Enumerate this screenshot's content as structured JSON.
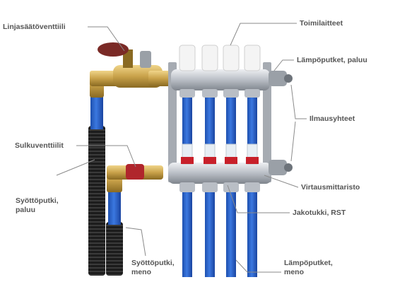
{
  "labels": {
    "balancing_valve": "Linjasäätöventtiili",
    "actuators": "Toimilaitteet",
    "heating_pipes_return": "Lämpöputket, paluu",
    "air_vents": "Ilmausyhteet",
    "shutoff_valves": "Sulkuventtiilit",
    "supply_pipe_return": "Syöttöputki,\npaluu",
    "flow_meters": "Virtausmittaristo",
    "manifold": "Jakotukki, RST",
    "supply_pipe_flow": "Syöttöputki,\nmeno",
    "heating_pipes_flow": "Lämpöputket,\nmeno"
  },
  "colors": {
    "pipe_blue": "#2a63c9",
    "steel": "#c9ccd1",
    "brass": "#c9a24a",
    "valve_red": "#c8202a",
    "handle_dark_red": "#7a2a26",
    "corrugated_black": "#1c1c1c",
    "leader_line": "#8a8a8a"
  }
}
